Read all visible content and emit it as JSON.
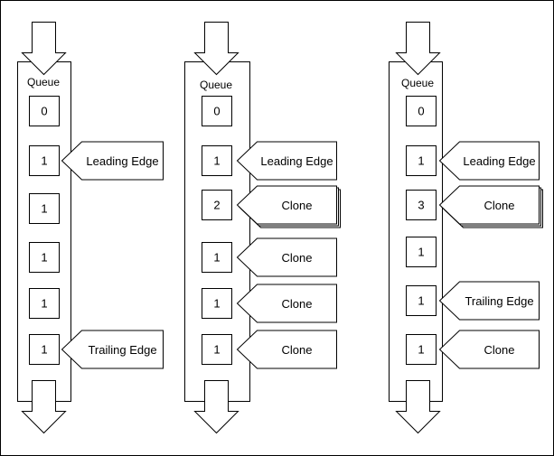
{
  "colors": {
    "stroke": "#000000",
    "background": "#ffffff"
  },
  "queues": [
    {
      "label": "Queue",
      "cells": [
        "0",
        "1",
        "1",
        "1",
        "1",
        "1"
      ],
      "callouts": [
        {
          "text": "Leading Edge",
          "cell": 1,
          "stacked": false
        },
        {
          "text": "Trailing Edge",
          "cell": 5,
          "stacked": false
        }
      ]
    },
    {
      "label": "Queue",
      "cells": [
        "0",
        "1",
        "2",
        "1",
        "1",
        "1"
      ],
      "callouts": [
        {
          "text": "Leading Edge",
          "cell": 1,
          "stacked": false
        },
        {
          "text": "Clone",
          "cell": 2,
          "stacked": true
        },
        {
          "text": "Clone",
          "cell": 3,
          "stacked": false
        },
        {
          "text": "Clone",
          "cell": 4,
          "stacked": false
        },
        {
          "text": "Clone",
          "cell": 5,
          "stacked": false
        }
      ]
    },
    {
      "label": "Queue",
      "cells": [
        "0",
        "1",
        "3",
        "1",
        "1",
        "1"
      ],
      "callouts": [
        {
          "text": "Leading Edge",
          "cell": 1,
          "stacked": false
        },
        {
          "text": "Clone",
          "cell": 2,
          "stacked": true
        },
        {
          "text": "Trailing Edge",
          "cell": 4,
          "stacked": false
        },
        {
          "text": "Clone",
          "cell": 5,
          "stacked": false
        }
      ]
    }
  ]
}
